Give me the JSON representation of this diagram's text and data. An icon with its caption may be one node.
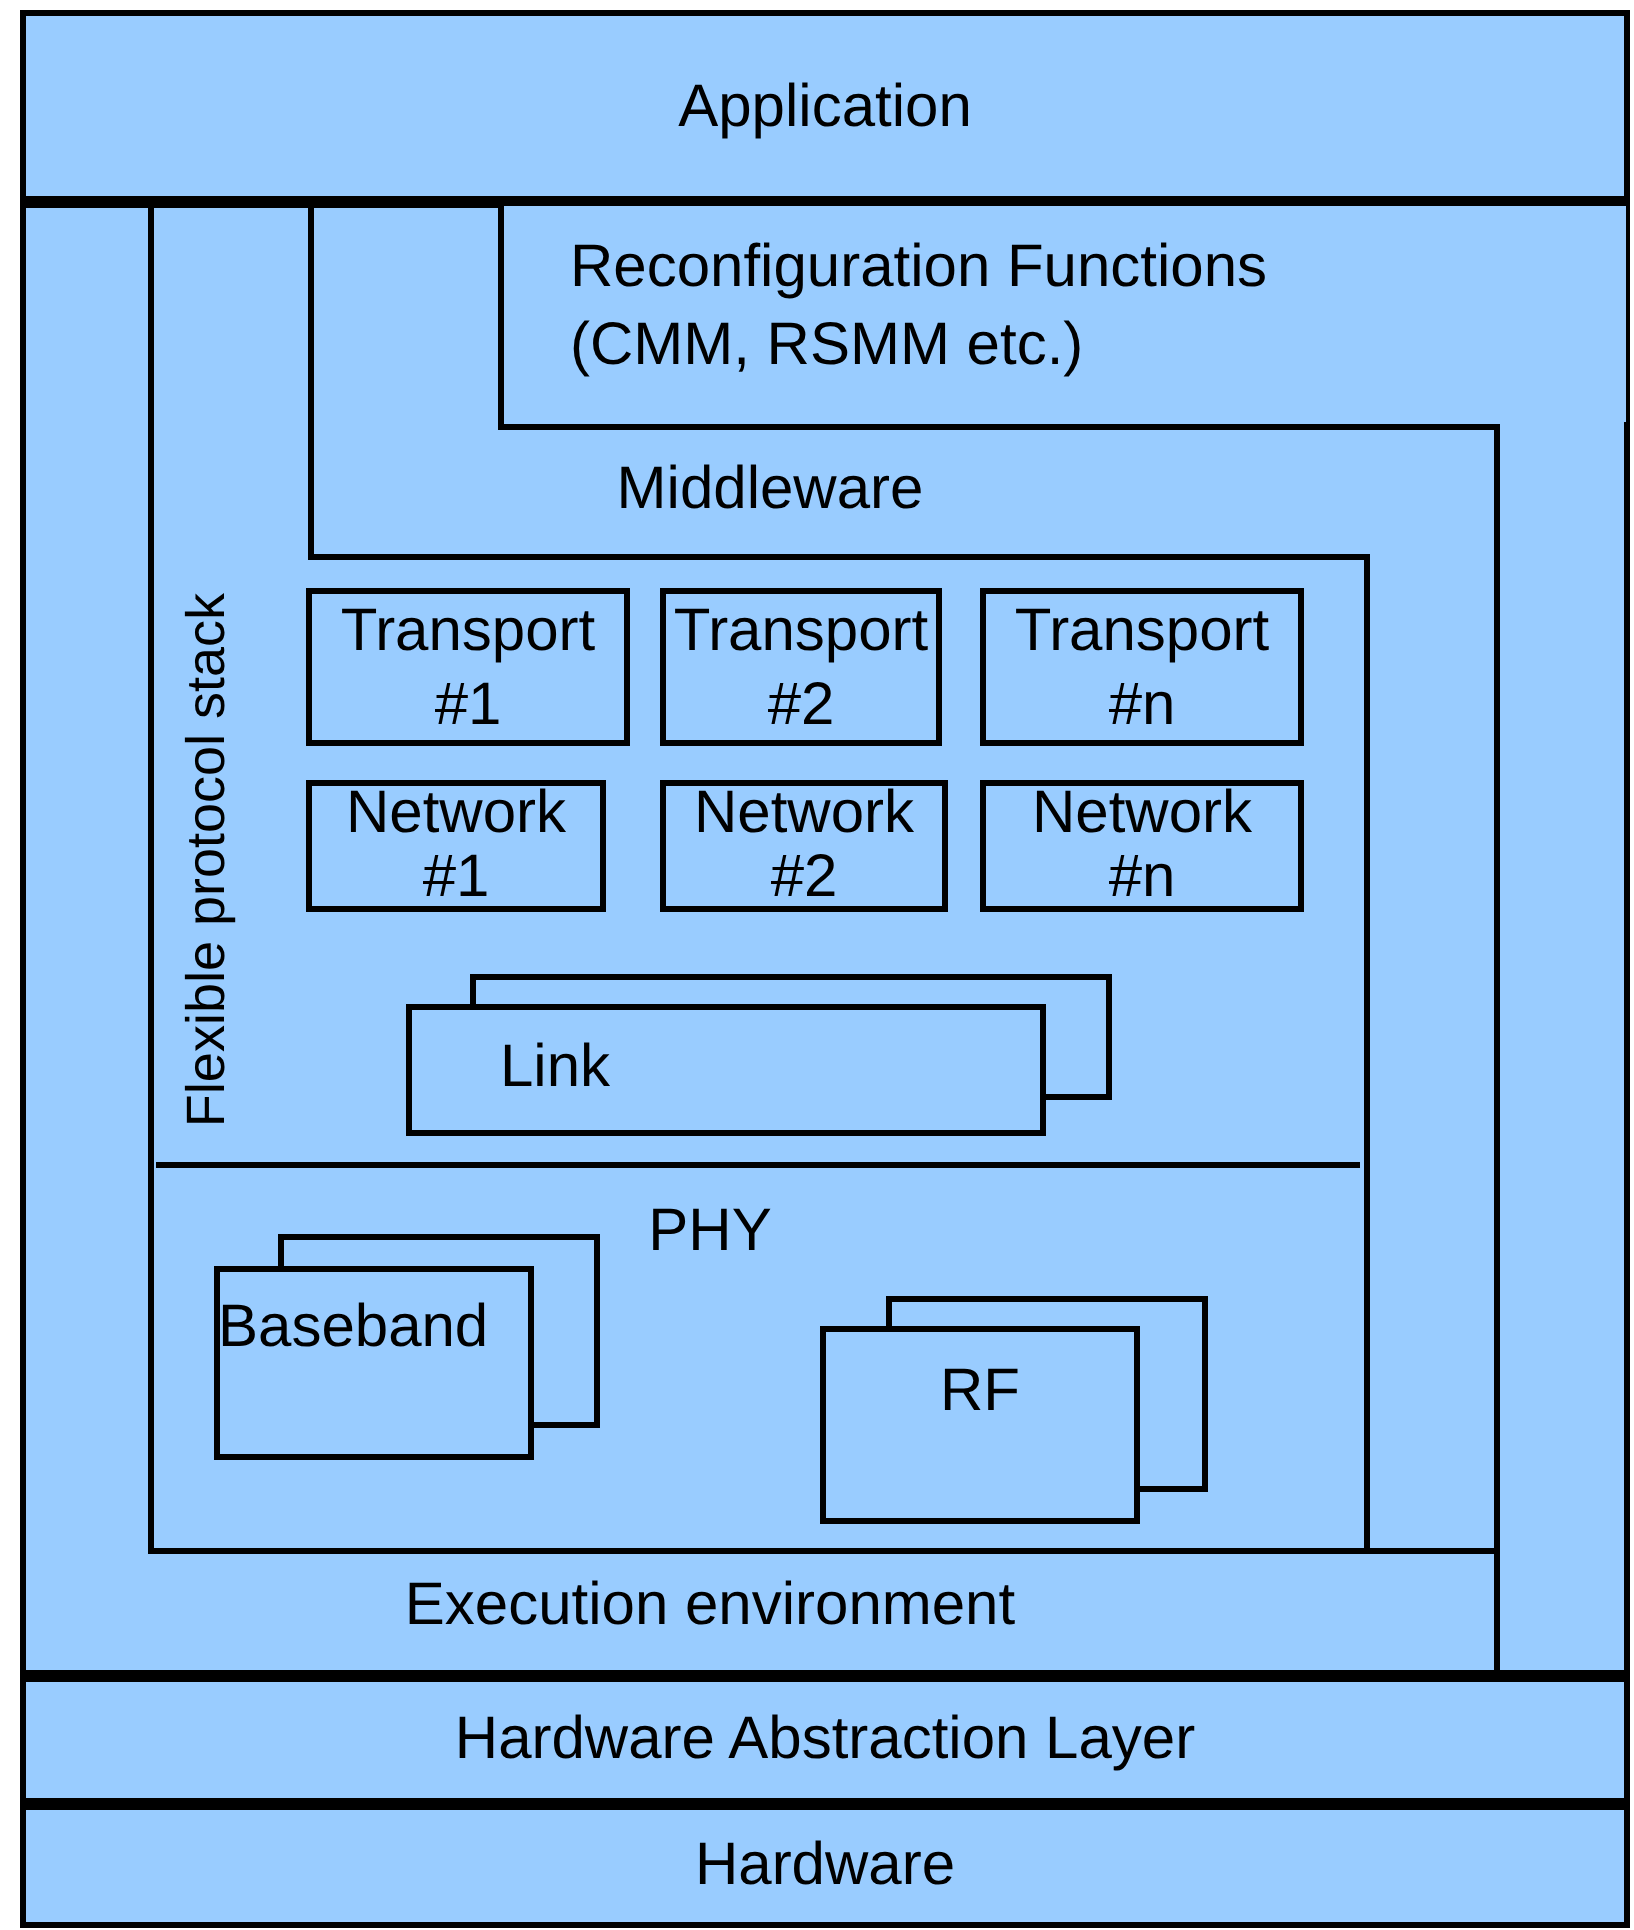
{
  "diagram": {
    "nodes": [
      {
        "text": [
          "Application"
        ]
      },
      {
        "text": [
          "Execution environment"
        ]
      },
      {
        "text": [
          "Reconfiguration Functions (CMM, RSMM etc.)"
        ],
        "in": 1
      },
      {
        "text": [
          "Middleware"
        ],
        "in": 1
      },
      {
        "text": [
          "Flexible protocol stack"
        ],
        "in": 1
      },
      {
        "text": [
          "Transport #1"
        ],
        "in": 4
      },
      {
        "text": [
          "Transport #2"
        ],
        "in": 4
      },
      {
        "text": [
          "Transport #n"
        ],
        "in": 4
      },
      {
        "text": [
          "Network #1"
        ],
        "in": 4
      },
      {
        "text": [
          "Network #2"
        ],
        "in": 4
      },
      {
        "text": [
          "Network #n"
        ],
        "in": 4
      },
      {
        "text": [
          "Link"
        ],
        "in": 4
      },
      {
        "text": [
          "PHY"
        ],
        "in": 4
      },
      {
        "text": [
          "Baseband"
        ],
        "in": 12
      },
      {
        "text": [
          "RF"
        ],
        "in": 12
      },
      {
        "text": [
          "Hardware Abstraction Layer"
        ]
      },
      {
        "text": [
          "Hardware"
        ]
      }
    ],
    "edges": []
  }
}
